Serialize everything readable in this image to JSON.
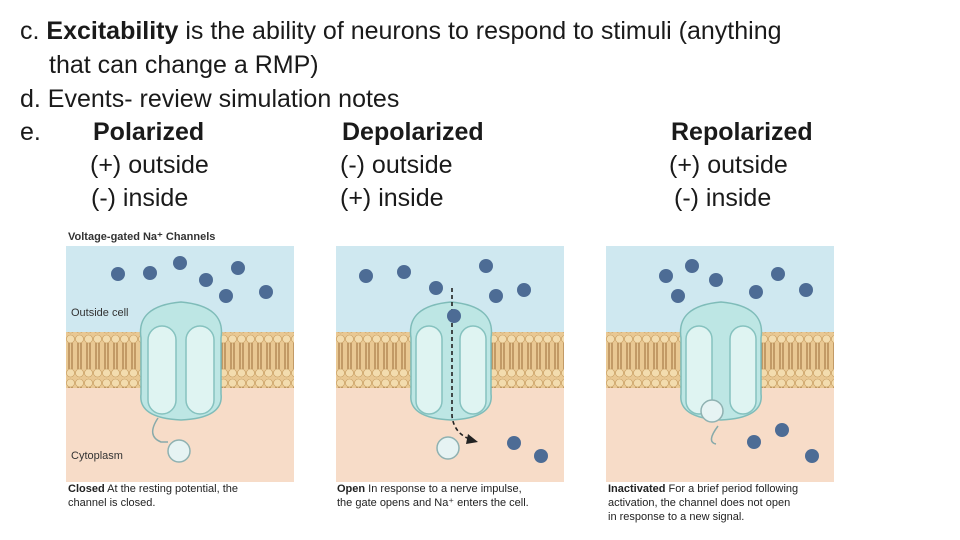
{
  "text": {
    "line_c_prefix": "c. ",
    "line_c_bold": "Excitability",
    "line_c_rest": " is the ability of neurons to respond to stimuli (anything",
    "line_c_cont": "that can change a RMP)",
    "line_d": "d. Events- review simulation notes",
    "line_e_prefix": "e."
  },
  "states": [
    {
      "title": "Polarized",
      "outside": "(+) outside",
      "inside": "(-) inside"
    },
    {
      "title": "Depolarized",
      "outside": "(-) outside",
      "inside": "(+) inside"
    },
    {
      "title": "Repolarized",
      "outside": "(+) outside",
      "inside": "(-) inside"
    }
  ],
  "figure": {
    "title": "Voltage-gated Na⁺ Channels",
    "outside_label": "Outside cell",
    "cytoplasm_label": "Cytoplasm",
    "captions": [
      {
        "bold": "Closed",
        "line1": " At the resting potential, the",
        "line2": "channel is closed.",
        "line3": ""
      },
      {
        "bold": "Open",
        "line1": " In response to a nerve impulse,",
        "line2": "the gate opens and Na⁺ enters the cell.",
        "line3": ""
      },
      {
        "bold": "Inactivated",
        "line1": " For a brief period following",
        "line2": "activation, the channel does not open",
        "line3": "in response to a new signal."
      }
    ]
  },
  "colors": {
    "extracellular": "#c9e6ef",
    "cytoplasm": "#f6d9c3",
    "membrane_head": "#f0d2a0",
    "membrane_tail": "#b98c58",
    "channel": "#bde6e4",
    "ion": "#4d6c95"
  }
}
